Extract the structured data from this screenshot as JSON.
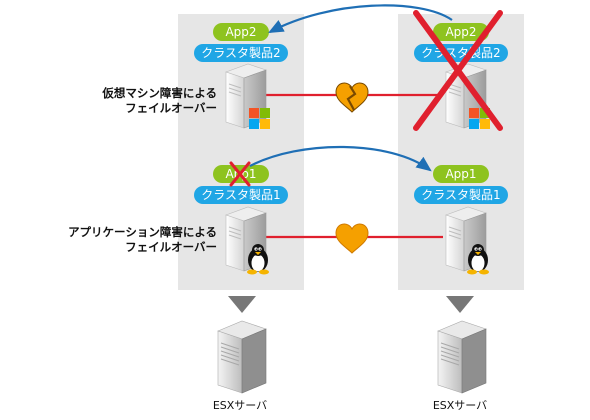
{
  "left_host": {
    "top_group": {
      "app_label": "App2",
      "product_label": "クラスタ製品2"
    },
    "bottom_group": {
      "app_label": "App1",
      "product_label": "クラスタ製品1"
    }
  },
  "right_host": {
    "top_group": {
      "app_label": "App2",
      "product_label": "クラスタ製品2"
    },
    "bottom_group": {
      "app_label": "App1",
      "product_label": "クラスタ製品1"
    }
  },
  "annotations": {
    "vm_failure": {
      "line1": "仮想マシン障害による",
      "line2": "フェイルオーバー"
    },
    "app_failure": {
      "line1": "アプリケーション障害による",
      "line2": "フェイルオーバー"
    }
  },
  "servers": {
    "left": {
      "label": "ESXサーバ"
    },
    "right": {
      "label": "ESXサーバ"
    }
  },
  "icons": {
    "vm_os": "windows-logo",
    "app_os": "linux-penguin",
    "vm_link": "broken-heart",
    "app_link": "heart"
  },
  "colors": {
    "pill_green": "#8ec31f",
    "pill_blue": "#20a6e5",
    "link_red": "#e0202e",
    "arrow_blue": "#1f6fb5",
    "heart_orange": "#f5a000",
    "panel_gray": "#e6e6e6"
  }
}
